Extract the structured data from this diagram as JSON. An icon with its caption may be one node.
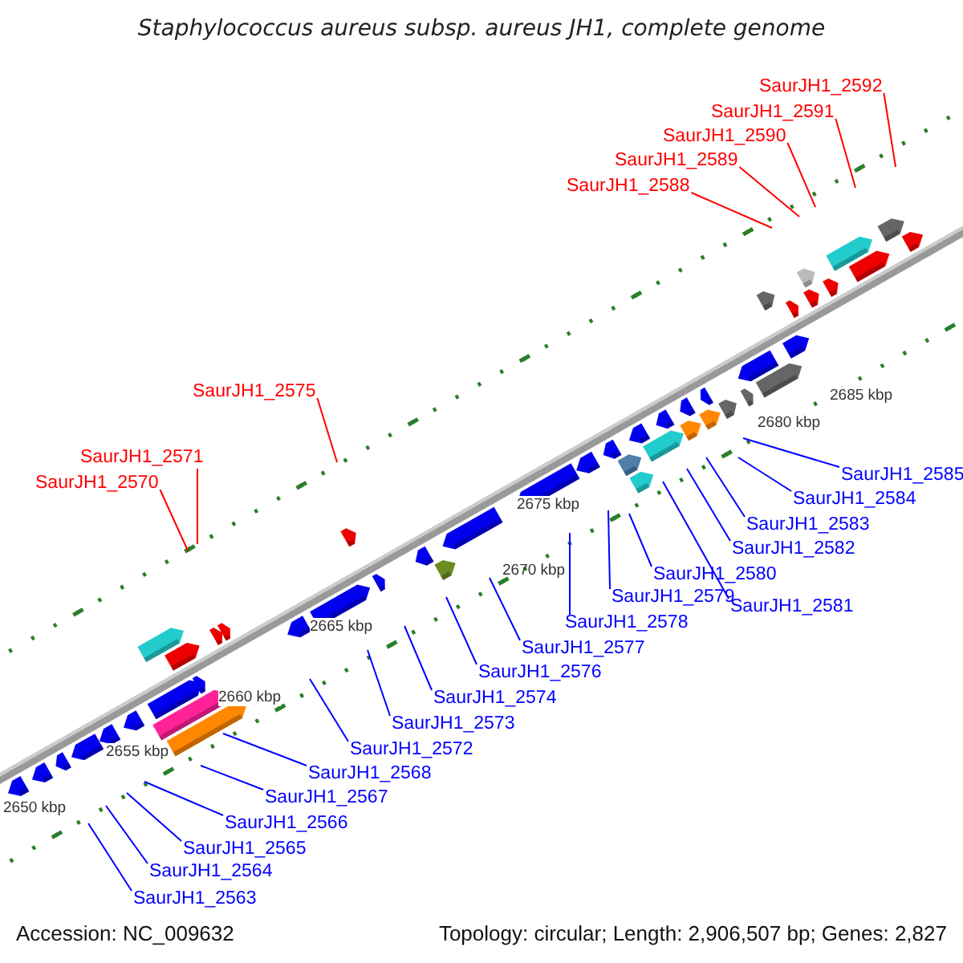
{
  "diagram": {
    "title": "Staphylococcus aureus subsp. aureus JH1, complete genome",
    "nodes": [
      {
        "text": [
          "SaurJH1_2592"
        ]
      },
      {
        "text": [
          "SaurJH1_2591"
        ]
      },
      {
        "text": [
          "SaurJH1_2590"
        ]
      },
      {
        "text": [
          "SaurJH1_2589"
        ]
      },
      {
        "text": [
          "SaurJH1_2588"
        ]
      },
      {
        "text": [
          "SaurJH1_2575"
        ]
      },
      {
        "text": [
          "SaurJH1_2571"
        ]
      },
      {
        "text": [
          "SaurJH1_2570"
        ]
      },
      {
        "text": [
          "SaurJH1_2585"
        ]
      },
      {
        "text": [
          "SaurJH1_2584"
        ]
      },
      {
        "text": [
          "SaurJH1_2583"
        ]
      },
      {
        "text": [
          "SaurJH1_2582"
        ]
      },
      {
        "text": [
          "SaurJH1_2580"
        ]
      },
      {
        "text": [
          "SaurJH1_2581"
        ]
      },
      {
        "text": [
          "SaurJH1_2579"
        ]
      },
      {
        "text": [
          "SaurJH1_2578"
        ]
      },
      {
        "text": [
          "SaurJH1_2577"
        ]
      },
      {
        "text": [
          "SaurJH1_2576"
        ]
      },
      {
        "text": [
          "SaurJH1_2574"
        ]
      },
      {
        "text": [
          "SaurJH1_2573"
        ]
      },
      {
        "text": [
          "SaurJH1_2572"
        ]
      },
      {
        "text": [
          "SaurJH1_2568"
        ]
      },
      {
        "text": [
          "SaurJH1_2567"
        ]
      },
      {
        "text": [
          "SaurJH1_2566"
        ]
      },
      {
        "text": [
          "SaurJH1_2565"
        ]
      },
      {
        "text": [
          "SaurJH1_2564"
        ]
      },
      {
        "text": [
          "SaurJH1_2563"
        ]
      }
    ],
    "edges": [
      {
        "from": 0,
        "to": null,
        "arrow": "none",
        "color": "#ff0000"
      },
      {
        "from": 1,
        "to": null,
        "arrow": "none",
        "color": "#ff0000"
      },
      {
        "from": 2,
        "to": null,
        "arrow": "none",
        "color": "#ff0000"
      },
      {
        "from": 3,
        "to": null,
        "arrow": "none",
        "color": "#ff0000"
      },
      {
        "from": 4,
        "to": null,
        "arrow": "none",
        "color": "#ff0000"
      },
      {
        "from": 5,
        "to": null,
        "arrow": "none",
        "color": "#ff0000"
      },
      {
        "from": 6,
        "to": null,
        "arrow": "none",
        "color": "#ff0000"
      },
      {
        "from": 7,
        "to": null,
        "arrow": "none",
        "color": "#ff0000"
      },
      {
        "from": 8,
        "to": null,
        "arrow": "none"
      },
      {
        "from": 9,
        "to": null,
        "arrow": "none"
      },
      {
        "from": 10,
        "to": null,
        "arrow": "none"
      },
      {
        "from": 11,
        "to": null,
        "arrow": "none"
      },
      {
        "from": 12,
        "to": null,
        "arrow": "none"
      },
      {
        "from": 13,
        "to": null,
        "arrow": "none"
      },
      {
        "from": 14,
        "to": null,
        "arrow": "none"
      },
      {
        "from": 15,
        "to": null,
        "arrow": "none"
      },
      {
        "from": 16,
        "to": null,
        "arrow": "none"
      },
      {
        "from": 17,
        "to": null,
        "arrow": "none"
      },
      {
        "from": 18,
        "to": null,
        "arrow": "none"
      },
      {
        "from": 19,
        "to": null,
        "arrow": "none"
      },
      {
        "from": 20,
        "to": null,
        "arrow": "none"
      },
      {
        "from": 21,
        "to": null,
        "arrow": "none"
      },
      {
        "from": 22,
        "to": null,
        "arrow": "none"
      },
      {
        "from": 23,
        "to": null,
        "arrow": "none"
      },
      {
        "from": 24,
        "to": null,
        "arrow": "none"
      },
      {
        "from": 25,
        "to": null,
        "arrow": "none"
      },
      {
        "from": 26,
        "to": null,
        "arrow": "none"
      }
    ],
    "labels": [
      "2685 kbp",
      "2680 kbp",
      "2675 kbp",
      "2670 kbp",
      "2665 kbp",
      "2660 kbp",
      "2655 kbp",
      "2650 kbp",
      "Accession: NC_009632",
      "Topology: circular; Length: 2,906,507 bp; Genes: 2,827"
    ]
  }
}
